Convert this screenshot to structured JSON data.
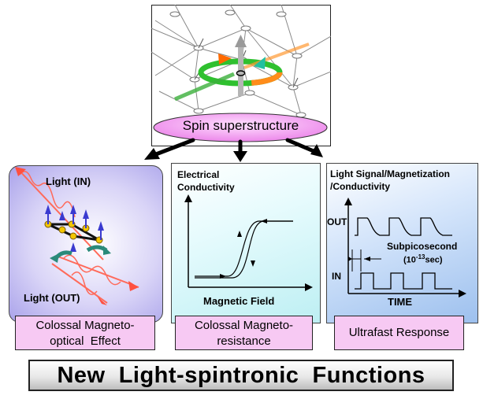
{
  "top_panel": {
    "label": "Spin superstructure"
  },
  "left_panel": {
    "light_in": "Light (IN)",
    "light_out": "Light (OUT)",
    "caption_line1": "Colossal Magneto-",
    "caption_line2": "optical  Effect"
  },
  "middle_panel": {
    "ylabel_line1": "Electrical",
    "ylabel_line2": "Conductivity",
    "xlabel": "Magnetic Field",
    "caption_line1": "Colossal Magneto-",
    "caption_line2": "resistance"
  },
  "right_panel": {
    "ylabel_line1": "Light Signal/Magnetization",
    "ylabel_line2": "/Conductivity",
    "out_label": "OUT",
    "in_label": "IN",
    "subpico_label": "Subpicosecond",
    "time_base": "(10",
    "time_exp": "-13",
    "time_unit": "sec)",
    "xlabel": "TIME",
    "caption": "Ultrafast Response"
  },
  "banner": {
    "title": "New  Light-spintronic  Functions"
  }
}
